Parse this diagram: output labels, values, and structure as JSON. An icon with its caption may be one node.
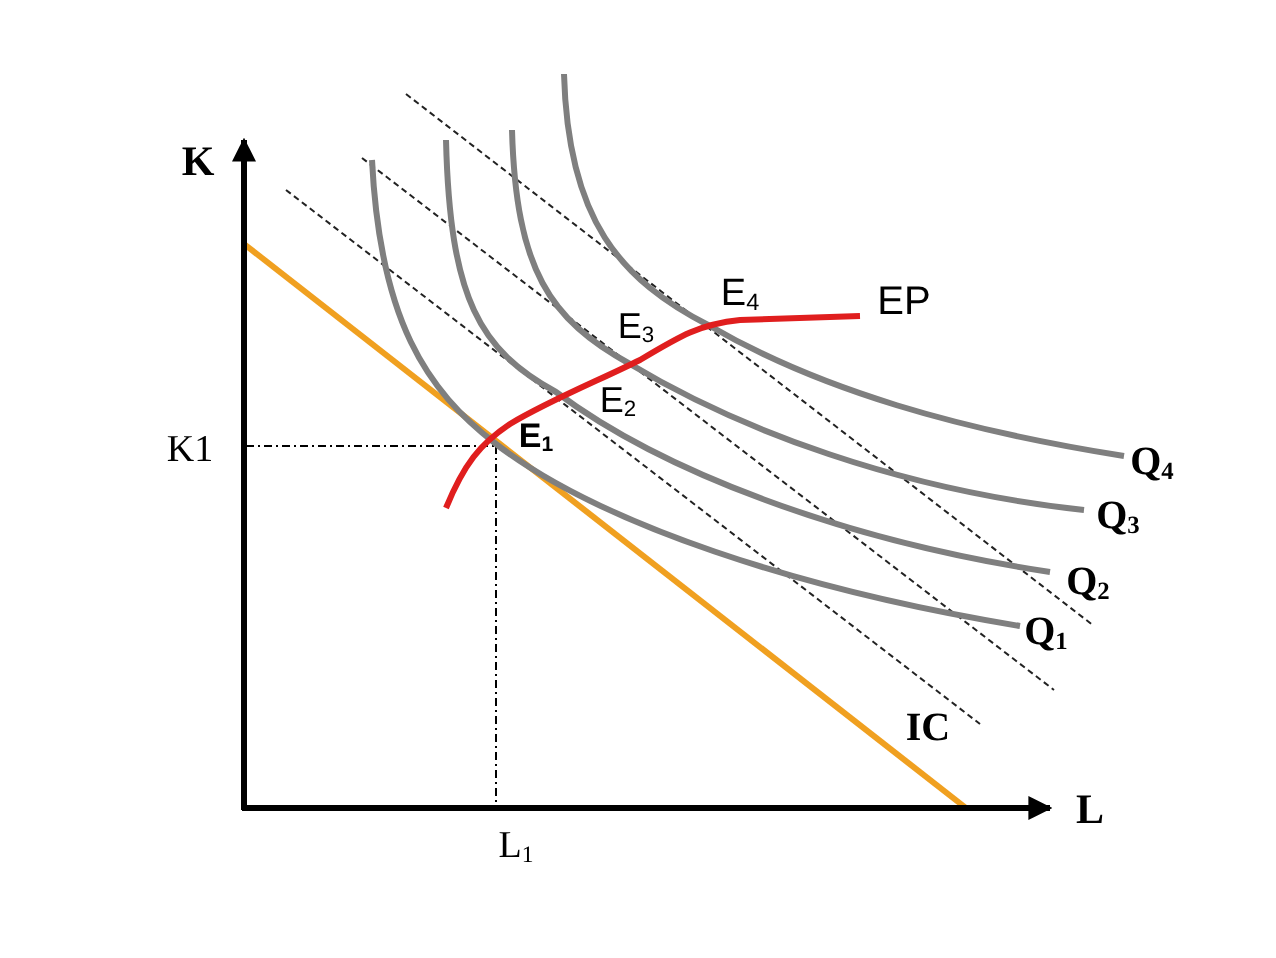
{
  "diagram": {
    "labels": [
      "K",
      "E$_{4}$",
      "EP",
      "E$_{3}$",
      "E$_{2}$",
      "E$_{1}$",
      "K1",
      "Q$_{4}$",
      "Q$_{3}$",
      "Q$_{2}$",
      "Q$_{1}$",
      "IC",
      "L",
      "L$_{1}$"
    ]
  }
}
